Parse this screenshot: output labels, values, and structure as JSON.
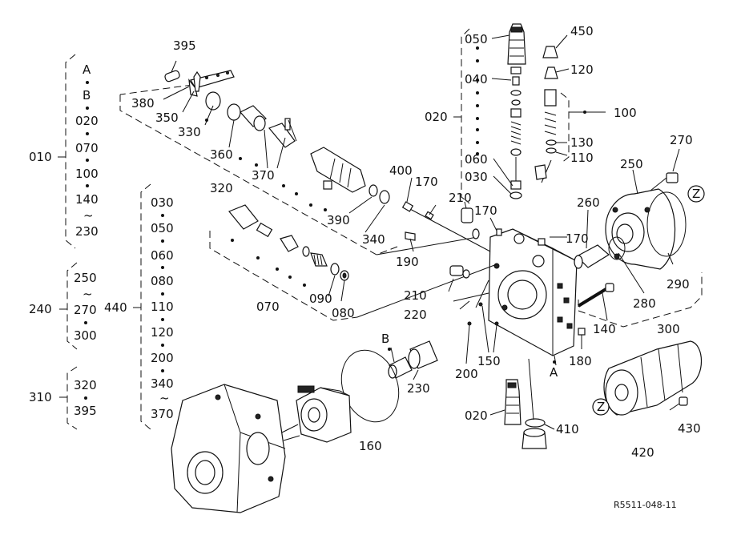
{
  "reference_code": "R5511-048-11",
  "assemblies": {
    "a010": {
      "id": "010",
      "members": [
        "A",
        "B",
        "020",
        "070",
        "100",
        "140",
        "~",
        "230"
      ]
    },
    "a240": {
      "id": "240",
      "members": [
        "250",
        "~",
        "270",
        "300"
      ]
    },
    "a310": {
      "id": "310",
      "members": [
        "320",
        "395"
      ]
    },
    "a440": {
      "id": "440",
      "members": [
        "030",
        "050",
        "060",
        "080",
        "110",
        "120",
        "200",
        "340",
        "~",
        "370"
      ]
    },
    "a020": {
      "id": "020"
    },
    "a100": {
      "id": "100"
    },
    "a070": {
      "id": "070"
    },
    "a300": {
      "id": "300"
    },
    "a320": {
      "id": "320"
    }
  },
  "part_labels": {
    "p395": "395",
    "p380": "380",
    "p350": "350",
    "p330": "330",
    "p360": "360",
    "p370": "370",
    "p390": "390",
    "p340": "340",
    "p400": "400",
    "p170a": "170",
    "p170b": "170",
    "p170c": "170",
    "p210a": "210",
    "p210b": "210",
    "p190": "190",
    "p220": "220",
    "p090": "090",
    "p080": "080",
    "p050": "050",
    "p040": "040",
    "p060": "060",
    "p030": "030",
    "p450": "450",
    "p120": "120",
    "p130": "130",
    "p110": "110",
    "p270": "270",
    "p250": "250",
    "p260": "260",
    "p290": "290",
    "p280": "280",
    "p140": "140",
    "p180": "180",
    "p150": "150",
    "p200": "200",
    "p230": "230",
    "p160": "160",
    "p020b": "020",
    "p410": "410",
    "p420": "420",
    "p430": "430",
    "B": "B",
    "A": "A",
    "Z1": "Z",
    "Z2": "Z"
  }
}
